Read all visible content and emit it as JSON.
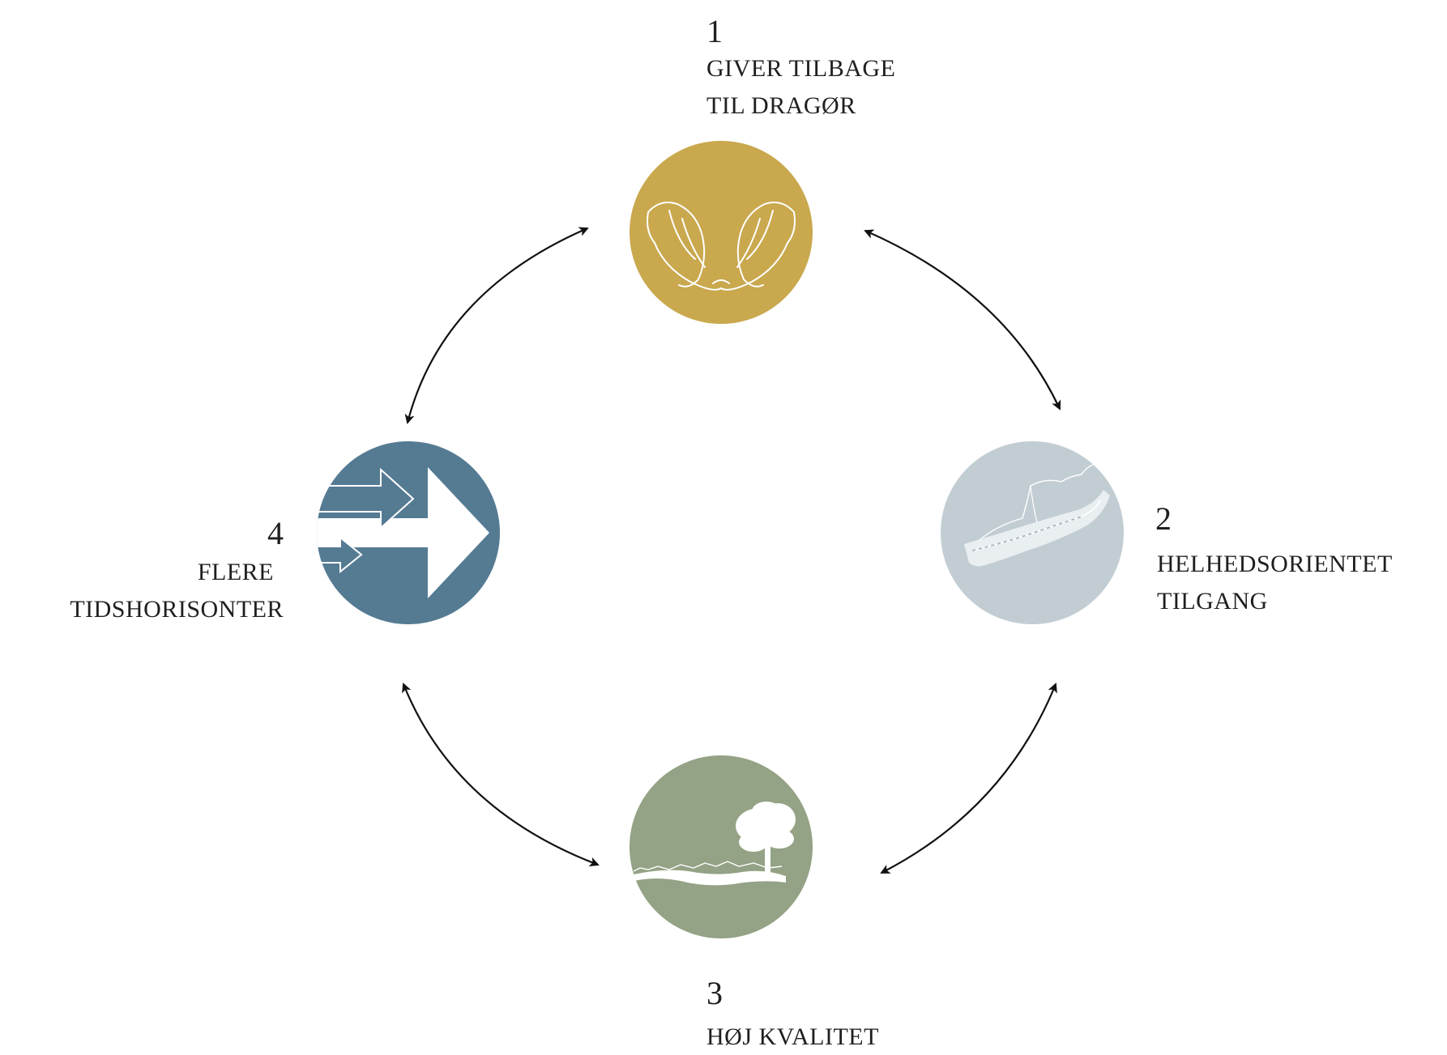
{
  "nodes": [
    {
      "id": "1",
      "number": "1",
      "lines": [
        "GIVER TILBAGE",
        "TIL DRAGØR"
      ],
      "color": "#C9A84E",
      "icon": "cupped-hands-icon"
    },
    {
      "id": "2",
      "number": "2",
      "lines": [
        "HELHEDSORIENTET",
        "TILGANG"
      ],
      "color": "#C2CDD3",
      "icon": "coastline-map-icon"
    },
    {
      "id": "3",
      "number": "3",
      "lines": [
        "HØJ KVALITET"
      ],
      "color": "#94A285",
      "icon": "tree-landscape-icon"
    },
    {
      "id": "4",
      "number": "4",
      "lines": [
        "FLERE",
        "TIDSHORISONTER"
      ],
      "color": "#557B93",
      "icon": "forward-arrows-icon"
    }
  ],
  "edges": [
    {
      "from": "1",
      "to": "2",
      "style": "bidirectional"
    },
    {
      "from": "2",
      "to": "3",
      "style": "bidirectional"
    },
    {
      "from": "3",
      "to": "4",
      "style": "bidirectional"
    },
    {
      "from": "4",
      "to": "1",
      "style": "bidirectional"
    }
  ]
}
